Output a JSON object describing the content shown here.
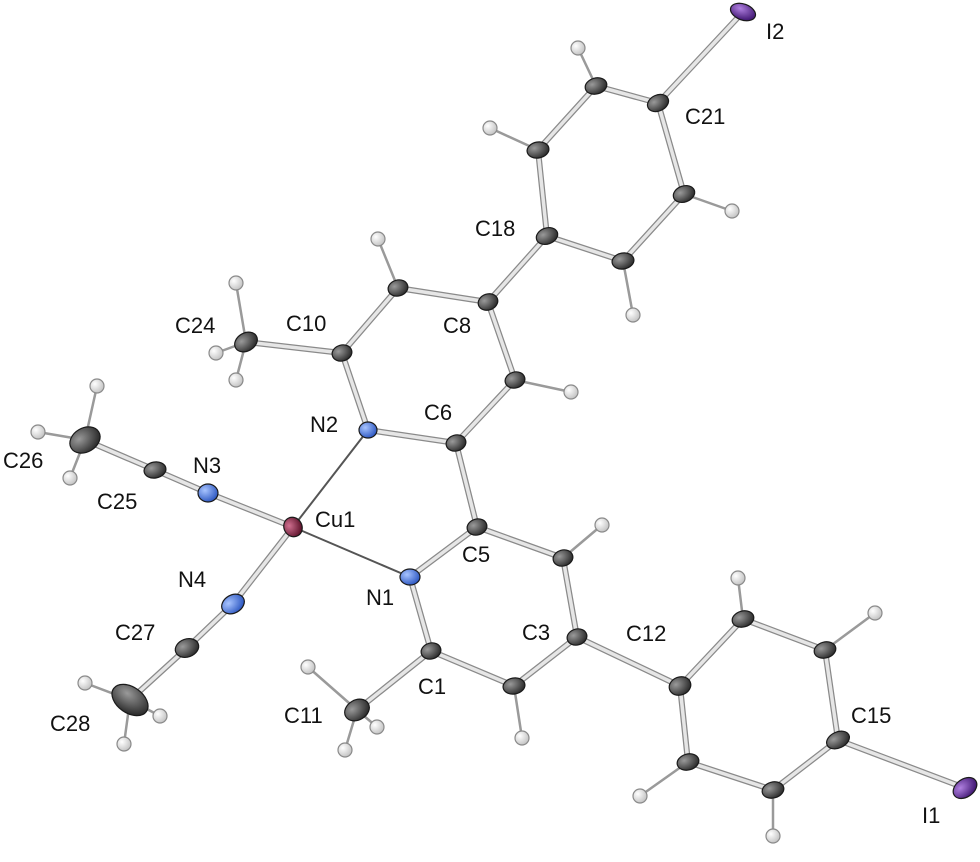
{
  "diagram": {
    "atom_labels": [
      "I2",
      "C21",
      "C18",
      "C24",
      "C10",
      "C8",
      "N2",
      "C6",
      "C26",
      "N3",
      "C25",
      "Cu1",
      "C5",
      "N4",
      "N1",
      "C3",
      "C12",
      "C27",
      "C1",
      "C15",
      "C11",
      "C28",
      "I1"
    ]
  },
  "colors": {
    "carbon": "#555555",
    "nitrogen": "#4a78d8",
    "copper": "#9a3050",
    "iodine": "#7a3aa8",
    "hydrogen": "#f4f4f4",
    "bond": "#d8d8d8"
  }
}
